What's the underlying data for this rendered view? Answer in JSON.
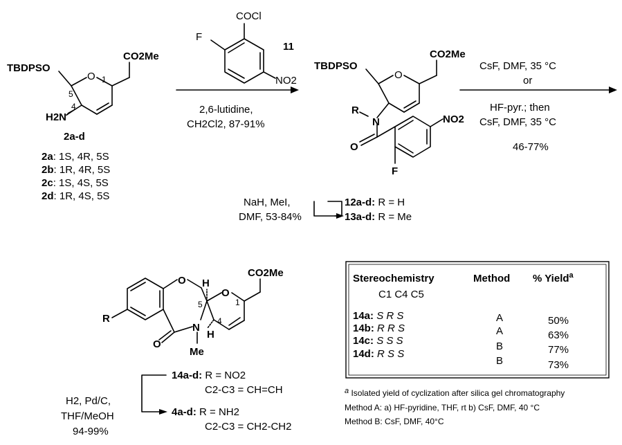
{
  "reagent11": {
    "cocl": "COCl",
    "f": "F",
    "no2": "NO2",
    "label": "11"
  },
  "step1": {
    "cond1": "2,6-lutidine,",
    "cond2": "CH2Cl2, 87-91%"
  },
  "sm": {
    "tbdpso": "TBDPSO",
    "co2me": "CO2Me",
    "h2n": "H2N",
    "o": "O",
    "n1": "1",
    "n4": "4",
    "n5": "5",
    "label": "2a-d",
    "variants": [
      {
        "id": "2a",
        "c1": "1S",
        "c4": "4R",
        "c5": "5S"
      },
      {
        "id": "2b",
        "c1": "1R",
        "c4": "4R",
        "c5": "5S"
      },
      {
        "id": "2c",
        "c1": "1S",
        "c4": "4S",
        "c5": "5S"
      },
      {
        "id": "2d",
        "c1": "1R",
        "c4": "4S",
        "c5": "5S"
      }
    ]
  },
  "amide": {
    "tbdpso": "TBDPSO",
    "co2me": "CO2Me",
    "o": "O",
    "r": "R",
    "n": "N",
    "co": "O",
    "no2": "NO2",
    "f": "F",
    "lab12": "12a-d:",
    "lab12r": "R = H",
    "lab13": "13a-d:",
    "lab13r": "R = Me"
  },
  "methylation": {
    "cond1": "NaH, MeI,",
    "cond2": "DMF, 53-84%"
  },
  "step2": {
    "line1": "CsF, DMF, 35 °C",
    "line2": "or",
    "line3": "HF-pyr.; then",
    "line4": "CsF, DMF, 35 °C",
    "line5": "46-77%"
  },
  "product": {
    "co2me": "CO2Me",
    "h5": "H",
    "h4": "H",
    "o_ring": "O",
    "o_pyran": "O",
    "n1": "1",
    "n4": "4",
    "n5": "5",
    "r": "R",
    "n": "N",
    "me": "Me",
    "co": "O",
    "lab14": "14a-d:",
    "lab14r": "R = NO2",
    "lab14c": "C2-C3 = CH=CH",
    "lab4": "4a-d:",
    "lab4r": "R = NH2",
    "lab4c": "C2-C3 = CH2-CH2"
  },
  "hydrogenation": {
    "cond1": "H2, Pd/C,",
    "cond2": "THF/MeOH",
    "cond3": "94-99%"
  },
  "table": {
    "headers": [
      "Stereochemistry",
      "Method",
      "% Yield"
    ],
    "yield_sup": "a",
    "sub_header": "C1 C4 C5",
    "rows": [
      {
        "id": "14a:",
        "stereo": "S  R  S",
        "method": "A",
        "yield": "50%"
      },
      {
        "id": "14b:",
        "stereo": "R  R  S",
        "method": "A",
        "yield": "63%"
      },
      {
        "id": "14c:",
        "stereo": "S   S  S",
        "method": "B",
        "yield": "77%"
      },
      {
        "id": "14d:",
        "stereo": "R  S  S",
        "method": "B",
        "yield": "73%"
      }
    ]
  },
  "footnotes": {
    "a_mark": "a",
    "a_text": "Isolated yield of cyclization after silica gel chromatography",
    "method_a": "Method A:  a) HF-pyridine, THF, rt b) CsF, DMF, 40 °C",
    "method_b": "Method B:  CsF, DMF, 40°C"
  }
}
